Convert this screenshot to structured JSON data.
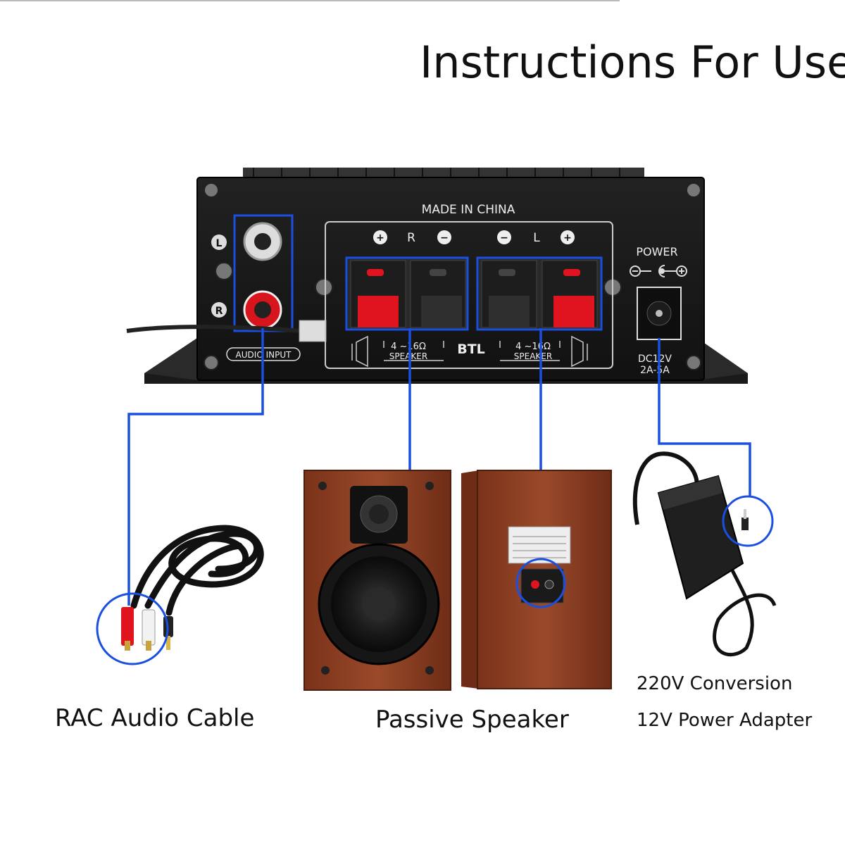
{
  "title": "Instructions For Use",
  "amplifier": {
    "made_in": "MADE IN CHINA",
    "channel_left": "L",
    "channel_right": "R",
    "audio_input": "AUDIO INPUT",
    "power": "POWER",
    "btl": "BTL",
    "impedance_right": "4 ~16Ω",
    "impedance_left": "4 ~16Ω",
    "speaker_right": "SPEAKER",
    "speaker_left": "SPEAKER",
    "dc_rating": "DC12V",
    "current_rating": "2A-5A",
    "terminal_r": "R",
    "terminal_l": "L"
  },
  "captions": {
    "cable": "RAC Audio Cable",
    "speaker": "Passive Speaker",
    "adapter_line1": "220V Conversion",
    "adapter_line2": "12V Power Adapter"
  },
  "colors": {
    "highlight": "#1b4fe0",
    "panel": "#1a1a1a",
    "wood": "#8a3f24",
    "terminal_red": "#e0141e"
  }
}
